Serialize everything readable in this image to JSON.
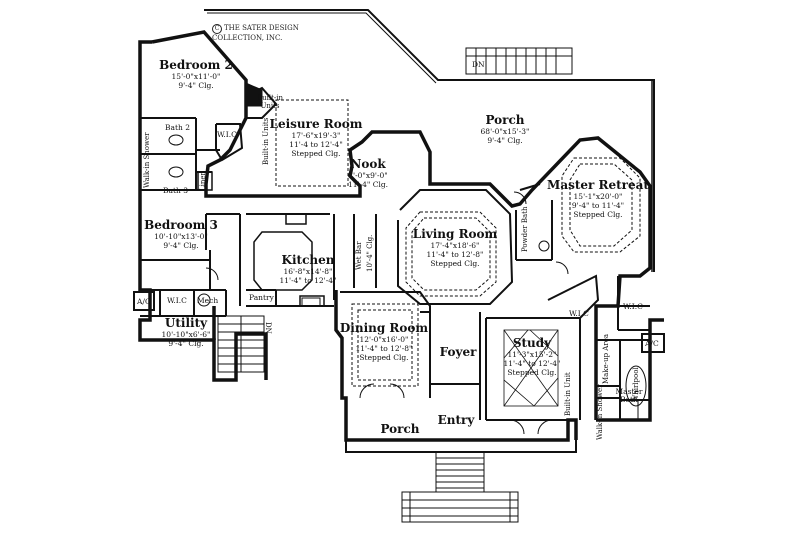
{
  "copyright": {
    "symbol": "C",
    "line1": "THE SATER DESIGN",
    "line2": "COLLECTION, INC."
  },
  "rooms": {
    "bedroom2": {
      "name": "Bedroom 2",
      "dim": "15'-0\"x11'-0\"",
      "clg": "9'-4\" Clg."
    },
    "leisure": {
      "name": "Leisure Room",
      "dim": "17'-6\"x19'-3\"",
      "clg": "11'-4 to 12'-4\"",
      "clg2": "Stepped Clg."
    },
    "porch_rear": {
      "name": "Porch",
      "dim": "68'-0\"x15'-3\"",
      "clg": "9'-4\" Clg."
    },
    "nook": {
      "name": "Nook",
      "dim": "7'-0\"x9'-0\"",
      "clg": "11'-4\" Clg."
    },
    "master": {
      "name": "Master Retreat",
      "dim": "15'-1\"x20'-0\"",
      "clg": "9'-4\" to 11'-4\"",
      "clg2": "Stepped Clg."
    },
    "bedroom3": {
      "name": "Bedroom 3",
      "dim": "10'-10\"x13'-0\"",
      "clg": "9'-4\" Clg."
    },
    "kitchen": {
      "name": "Kitchen",
      "dim": "16'-8\"x14'-8\"",
      "clg": "11'-4\" to 12'-4\""
    },
    "living": {
      "name": "Living Room",
      "dim": "17'-4\"x18'-6\"",
      "clg": "11'-4\" to 12'-8\"",
      "clg2": "Stepped Clg."
    },
    "utility": {
      "name": "Utility",
      "dim": "10'-10\"x6'-6\"",
      "clg": "9'-4\" Clg."
    },
    "dining": {
      "name": "Dining Room",
      "dim": "12'-0\"x16'-0\"",
      "clg": "11'-4\" to 12'-8\"",
      "clg2": "Stepped Clg."
    },
    "foyer": {
      "name": "Foyer"
    },
    "study": {
      "name": "Study",
      "dim": "11'-3\"x15'-2\"",
      "clg": "11'-4\" to 12'-4\"",
      "clg2": "Stepped Clg."
    },
    "porch_front": {
      "name": "Porch"
    },
    "entry": {
      "name": "Entry"
    }
  },
  "labels": {
    "dn_top": "DN",
    "built_in_units": "Built-in Units",
    "wic_bed2": "W.I.C",
    "bath2": "Bath 2",
    "bath3": "Bath 3",
    "linen": "Linen",
    "built_in_units_v": "Built-in Units",
    "wet_bar": "Wet Bar",
    "wet_bar_clg": "10'-4\" Clg.",
    "powder_bath": "Powder Bath",
    "ac_left": "A/C",
    "wic_util": "W.I.C",
    "mech": "Mech",
    "pantry": "Pantry",
    "dn_stair": "DN",
    "wic_study": "W.I.C",
    "wic_master": "W.I.C",
    "ac_right": "A/C",
    "built_in_unit_study": "Built-in Unit",
    "makeup_area": "Make-up Area",
    "whirlpool": "Whirlpool",
    "master_bath": "Master Bath",
    "walk_in_shower": "Walk-in Shower",
    "walkin_closet_v": "Walk-in Shower"
  }
}
